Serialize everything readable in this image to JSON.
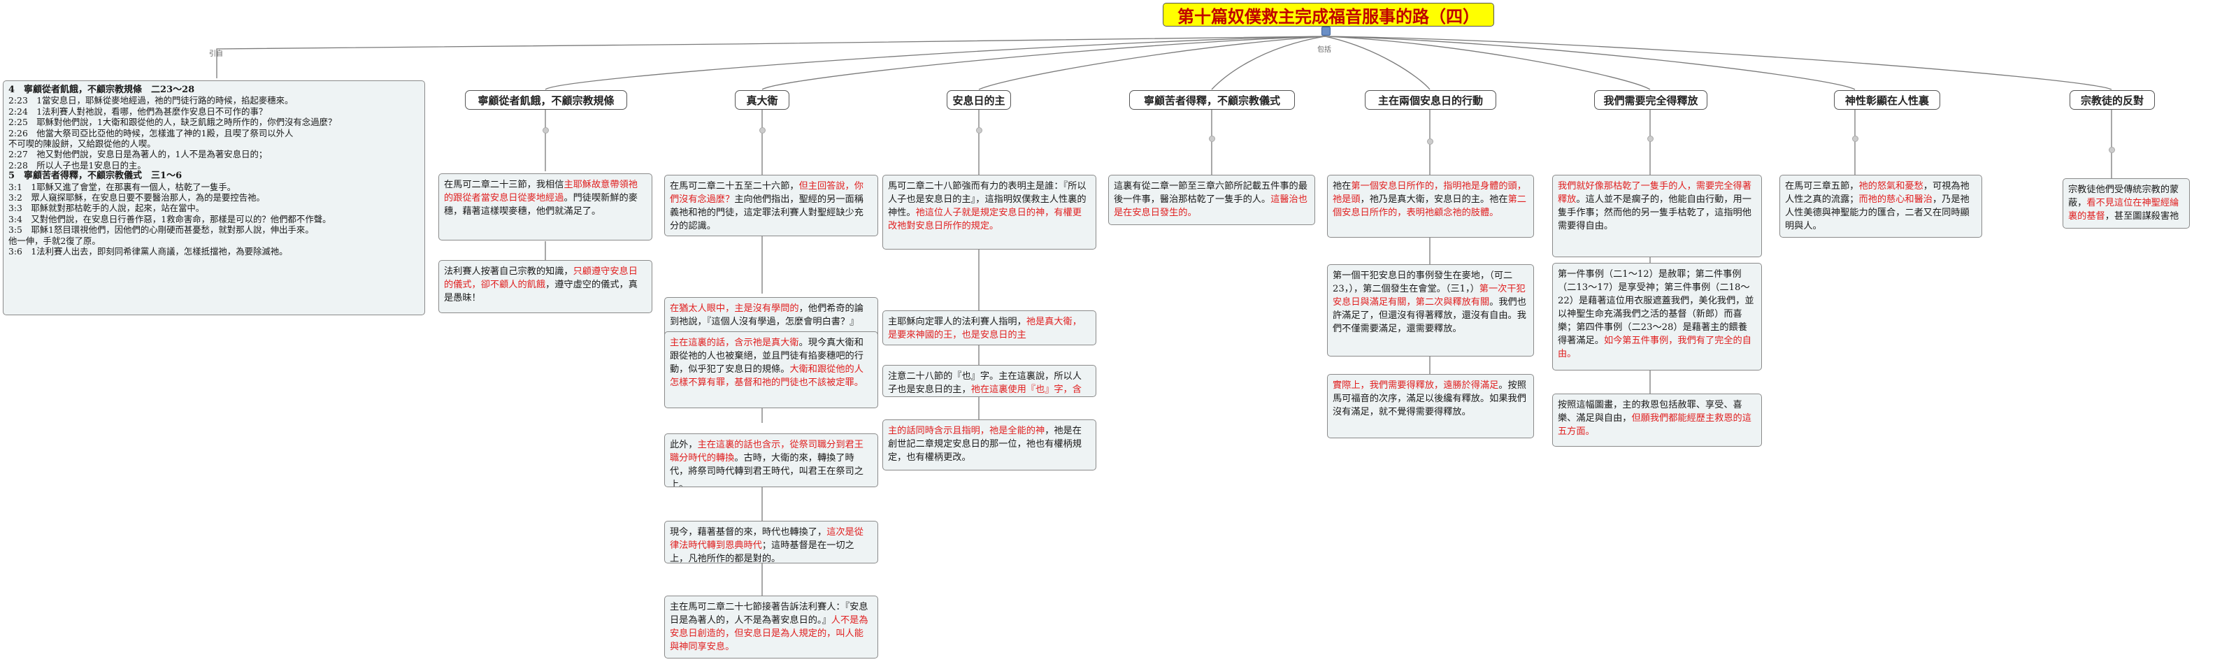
{
  "title": "第十篇奴僕救主完成福音服事的路（四）",
  "edge_labels": {
    "left": "引自",
    "right": "包括"
  },
  "scripture": {
    "lines": [
      {
        "h": true,
        "t": "4　寧顧從者飢餓，不顧宗教規條　二23～28"
      },
      {
        "h": false,
        "t": "2:23　1當安息日，耶穌從麥地經過，祂的門徒行路的時候，掐起麥穗來。"
      },
      {
        "h": false,
        "t": "2:24　1法利賽人對祂說，看哪，他們為甚麼作安息日不可作的事？"
      },
      {
        "h": false,
        "t": "2:25　耶穌對他們說，1大衛和跟從他的人，缺乏飢餓之時所作的，你們沒有念過麼？"
      },
      {
        "h": false,
        "t": "2:26　他當大祭司亞比亞他的時候，怎樣進了神的1殿，且喫了祭司以外人"
      },
      {
        "h": false,
        "t": "不可喫的陳設餅，又給跟從他的人喫。"
      },
      {
        "h": false,
        "t": "2:27　祂又對他們說，安息日是為著人的，1人不是為著安息日的；"
      },
      {
        "h": false,
        "t": "2:28　所以人子也是1安息日的主。"
      },
      {
        "h": true,
        "t": "5　寧顧苦者得釋，不顧宗教儀式　三1～6"
      },
      {
        "h": false,
        "t": "3:1　1耶穌又進了會堂，在那裏有一個人，枯乾了一隻手。"
      },
      {
        "h": false,
        "t": "3:2　眾人窺探耶穌，在安息日要不要醫治那人，為的是要控告祂。"
      },
      {
        "h": false,
        "t": "3:3　耶穌就對那枯乾手的人說，起來，站在當中。"
      },
      {
        "h": false,
        "t": "3:4　又對他們說，在安息日行善作惡，1救命害命，那樣是可以的？他們都不作聲。"
      },
      {
        "h": false,
        "t": "3:5　耶穌1怒目環視他們，因他們的心剛硬而甚憂愁，就對那人說，伸出手來。"
      },
      {
        "h": false,
        "t": "他一伸，手就2復了原。"
      },
      {
        "h": false,
        "t": "3:6　1法利賽人出去，即刻同希律黨人商議，怎樣抵擋祂，為要除滅祂。"
      }
    ]
  },
  "topics": [
    {
      "label": "寧顧從者飢餓，不顧宗教規條"
    },
    {
      "label": "真大衛"
    },
    {
      "label": "安息日的主"
    },
    {
      "label": "寧顧苦者得釋，不顧宗教儀式"
    },
    {
      "label": "主在兩個安息日的行動"
    },
    {
      "label": "我們需要完全得釋放"
    },
    {
      "label": "神性彰顯在人性裏"
    },
    {
      "label": "宗教徒的反對"
    }
  ],
  "notes": {
    "t1n1": [
      {
        "t": "在馬可二章二十三節，我相信"
      },
      {
        "t": "主耶穌故意帶領祂的跟從者當安息日從麥地經過",
        "r": true
      },
      {
        "t": "。門徒喫新鮮的麥穗，藉著這樣喫麥穗，他們就滿足了。"
      }
    ],
    "t1n2": [
      {
        "t": "法利賽人按著自己宗教的知識，"
      },
      {
        "t": "只顧遵守安息日的儀式，卻不顧人的飢餓",
        "r": true
      },
      {
        "t": "，遵守虛空的儀式，真是愚昧！"
      }
    ],
    "t2n1": [
      {
        "t": "在馬可二章二十五至二十六節，"
      },
      {
        "t": "但主回答說，你們沒有念過麼？",
        "r": true
      },
      {
        "t": "主向他們指出，聖經的另一面稱義祂和祂的門徒，這定罪法利賽人對聖經缺少充分的認識。"
      }
    ],
    "t2n2": [
      {
        "t": "在猶太人眼中，",
        "r": true
      },
      {
        "t": "主是沒有學問的",
        "r": true
      },
      {
        "t": "，他們希奇的論到祂說，『這個人沒有學過，怎麼會明白書？』"
      }
    ],
    "t2n3": [
      {
        "t": "主在這裏的話，含示祂是真大衛",
        "r": true
      },
      {
        "t": "。現今真大衛和跟從祂的人也被棄絕，並且門徒有掐麥穗吧的行動，似乎犯了安息日的規條。"
      },
      {
        "t": "大衛和跟從他的人怎樣不算有罪，基督和祂的門徒也不該被定罪。",
        "r": true
      }
    ],
    "t2n4": [
      {
        "t": "此外，"
      },
      {
        "t": "主在這裏的話也含示，從祭司職分到君王職分時代的轉換",
        "r": true
      },
      {
        "t": "。古時，大衛的來，轉換了時代，將祭司時代轉到君王時代，叫君王在祭司之上。"
      }
    ],
    "t2n5": [
      {
        "t": "現今，藉著基督的來，時代也轉換了，"
      },
      {
        "t": "這次是從律法時代轉到恩典時代",
        "r": true
      },
      {
        "t": "；這時基督是在一切之上，凡祂所作的都是對的。"
      }
    ],
    "t2n6": [
      {
        "t": "主在馬可二章二十七節接著告訴法利賽人：『安息日是為著人的，人不是為著安息日的。』"
      },
      {
        "t": "人不是為安息日創造的，但安息日是為人規定的，叫人能與神同享安息。",
        "r": true
      }
    ],
    "t3n1": [
      {
        "t": "馬可二章二十八節強而有力的表明主是誰：『所以人子也是安息日的主』，這指明奴僕救主人性裏的神性。"
      },
      {
        "t": "祂這位人子就是規定安息日的神，有權更改祂對安息日所作的規定。",
        "r": true
      }
    ],
    "t3n2": [
      {
        "t": "主耶穌向定罪人的法利賽人指明，"
      },
      {
        "t": "祂是真大衛，是要來神國的王，也是安息日的主",
        "r": true
      }
    ],
    "t3n3": [
      {
        "t": "注意二十八節的『也』字。主在這裏說，所以人子也是安息日的主，"
      },
      {
        "t": "祂在這裏使用『也』字，含示祂不僅是一件事物的主，更是一切（包括安息日）的主。",
        "r": true
      }
    ],
    "t3n4": [
      {
        "t": "主的話同時含示且指明，祂是全能的神",
        "r": true
      },
      {
        "t": "，祂是在創世記二章規定安息日的那一位，祂也有權柄規定，也有權柄更改。"
      }
    ],
    "t4n1": [
      {
        "t": "這裏有從二章一節至三章六節所記載五件事的最後一件事，醫治那枯乾了一隻手的人。"
      },
      {
        "t": "這醫治也是在安息日發生的。",
        "r": true
      }
    ],
    "t5n1": [
      {
        "t": "祂在"
      },
      {
        "t": "第一個安息日所作的，指明祂是身體的頭，祂是頭",
        "r": true
      },
      {
        "t": "，祂乃是真大衛，安息日的主。祂在"
      },
      {
        "t": "第二個安息日所作的，表明祂顧念祂的肢體。",
        "r": true
      }
    ],
    "t5n2": [
      {
        "t": "第一個干犯安息日的事例發生在麥地，（可二23，），第二個發生在會堂。（三1，）"
      },
      {
        "t": "第一次干犯安息日與滿足有關，第二次與釋放有關",
        "r": true
      },
      {
        "t": "。我們也許滿足了，但還沒有得著釋放，還沒有自由。我們不僅需要滿足，還需要釋放。"
      }
    ],
    "t5n3": [
      {
        "t": "實際上，我們需要得釋放，遠勝於得滿足",
        "r": true
      },
      {
        "t": "。按照馬可福音的次序，滿足以後纔有釋放。如果我們沒有滿足，就不覺得需要得釋放。"
      }
    ],
    "t6n1": [
      {
        "t": "我們就好像那枯乾了一隻手的人，需要完全得著釋放",
        "r": true
      },
      {
        "t": "。這人並不是瘸子的，他能自由行動，用一隻手作事；然而他的另一隻手枯乾了，這指明他需要得自由。"
      }
    ],
    "t6n2": [
      {
        "t": "第一件事例（二1～12）是赦罪；第二件事例（二13～17）是享受神；第三件事例（二18～22）是藉著這位用衣服遮蓋我們，美化我們，並以神聖生命充滿我們之活的基督（新郎）而喜樂；第四件事例（二23～28）是藉著主的餵養得著滿足。"
      },
      {
        "t": "如今第五件事例，我們有了完全的自由。",
        "r": true
      }
    ],
    "t6n3": [
      {
        "t": "按照這幅圖畫，主的救恩包括赦罪、享受、喜樂、滿足與自由，"
      },
      {
        "t": "但願我們都能經歷主救恩的這五方面。",
        "r": true
      }
    ],
    "t7n1": [
      {
        "t": "在馬可三章五節，"
      },
      {
        "t": "祂的怒氣和憂愁",
        "r": true
      },
      {
        "t": "，可視為祂人性之真的流露；"
      },
      {
        "t": "而祂的慈心和醫治",
        "r": true
      },
      {
        "t": "，乃是祂人性美德與神聖能力的匯合，二者又在同時顯明與人。"
      }
    ],
    "t8n1": [
      {
        "t": "宗教徒他們受傳統宗教的蒙蔽，"
      },
      {
        "t": "看不見這位在神聖經綸裏的基督",
        "r": true
      },
      {
        "t": "，甚至圖謀殺害祂"
      }
    ]
  }
}
